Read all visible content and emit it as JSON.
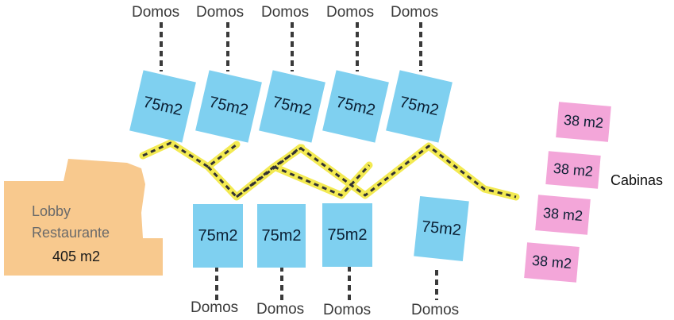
{
  "top_domes": [
    {
      "label": "Domos",
      "area": "75m2"
    },
    {
      "label": "Domos",
      "area": "75m2"
    },
    {
      "label": "Domos",
      "area": "75m2"
    },
    {
      "label": "Domos",
      "area": "75m2"
    },
    {
      "label": "Domos",
      "area": "75m2"
    }
  ],
  "bottom_domes": [
    {
      "label": "Domos",
      "area": "75m2"
    },
    {
      "label": "Domos",
      "area": "75m2"
    },
    {
      "label": "Domos",
      "area": "75m2"
    },
    {
      "label": "Domos",
      "area": "75m2"
    }
  ],
  "cabins": {
    "label": "Cabinas",
    "items": [
      {
        "area": "38 m2"
      },
      {
        "area": "38 m2"
      },
      {
        "area": "38 m2"
      },
      {
        "area": "38 m2"
      }
    ]
  },
  "lobby": {
    "line1": "Lobby",
    "line2": "Restaurante",
    "area": "405 m2"
  },
  "colors": {
    "dome": "#7fd0f0",
    "cabin": "#f3a6d9",
    "lobby": "#f8c98e",
    "path": "#f3ea52",
    "path_dash": "#333333",
    "connector": "#3a3a3a"
  }
}
